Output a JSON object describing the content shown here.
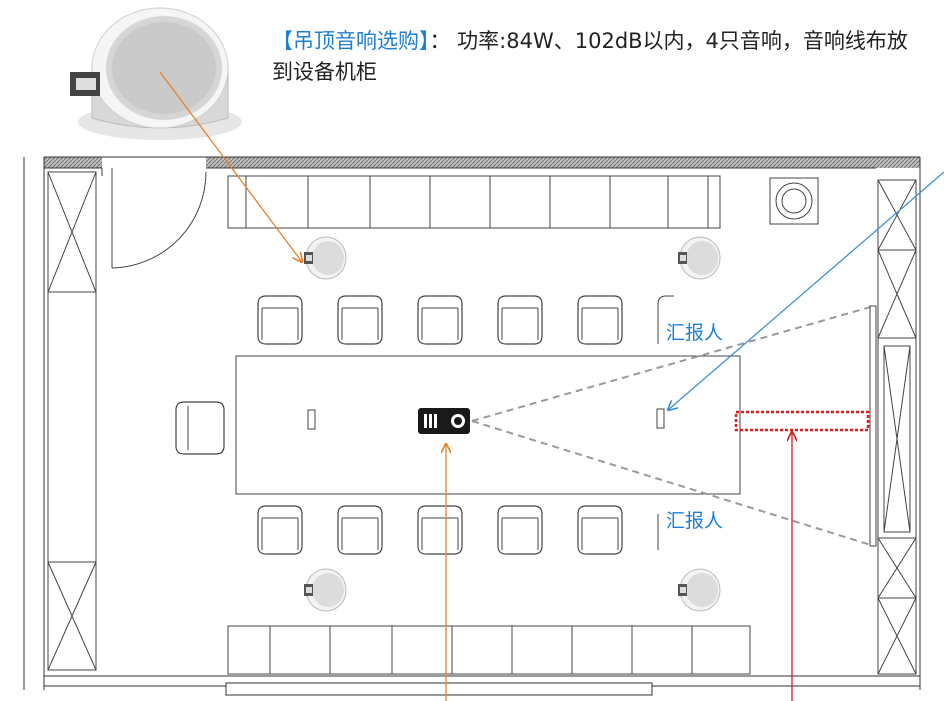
{
  "note": {
    "highlight": "【吊顶音响选购】",
    "text": "： 功率:84W、102dB以内，4只音响，音响线布放到设备机柜"
  },
  "labels": {
    "presenter_top": "汇报人",
    "presenter_bottom": "汇报人"
  },
  "colors": {
    "speaker_arrow": "#e8822c",
    "projector_arrow": "#e8822c",
    "mic_arrow": "#3f8fd8",
    "screen_arrow": "#d42020",
    "screen_box": "#e21b1b",
    "label_blue": "#1e7fd6"
  }
}
